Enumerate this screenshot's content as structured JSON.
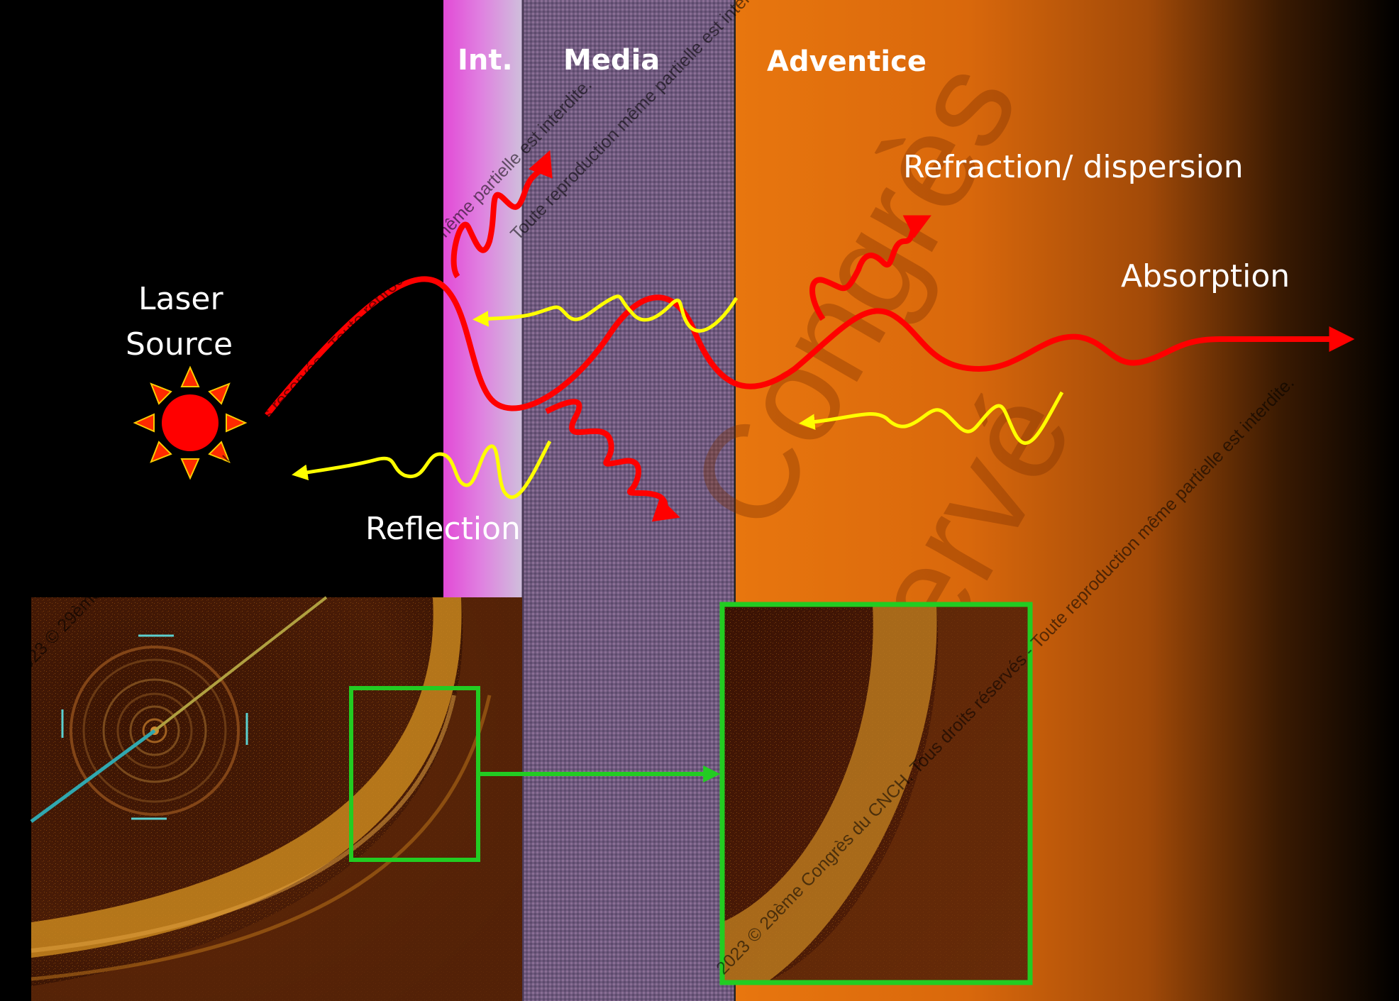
{
  "layers": {
    "intima": "Int.",
    "media": "Media",
    "adventice": "Adventice"
  },
  "source": {
    "line1": "Laser",
    "line2": "Source"
  },
  "phenomena": {
    "refraction": "Refraction/ dispersion",
    "absorption": "Absorption",
    "reflection": "Reflection"
  },
  "watermarks": {
    "line_a": "2023 © 29ème Congrès du CNCH. Tous droits réservés - Toute reproduction même partielle est interdite.",
    "line_b": "2023 © 29ème Congrès du CNCH. Tous droits réservés - Toute reproduction même partielle est interdite.",
    "line_c": "Toute reproduction même partielle est interdite."
  },
  "colors": {
    "light_wave": "#ff0000",
    "reflected_wave": "#ffff00",
    "zoom_frame": "#22cc22",
    "intima": "#e050d8",
    "media": "#7a5a86",
    "adventice": "#e87810"
  }
}
